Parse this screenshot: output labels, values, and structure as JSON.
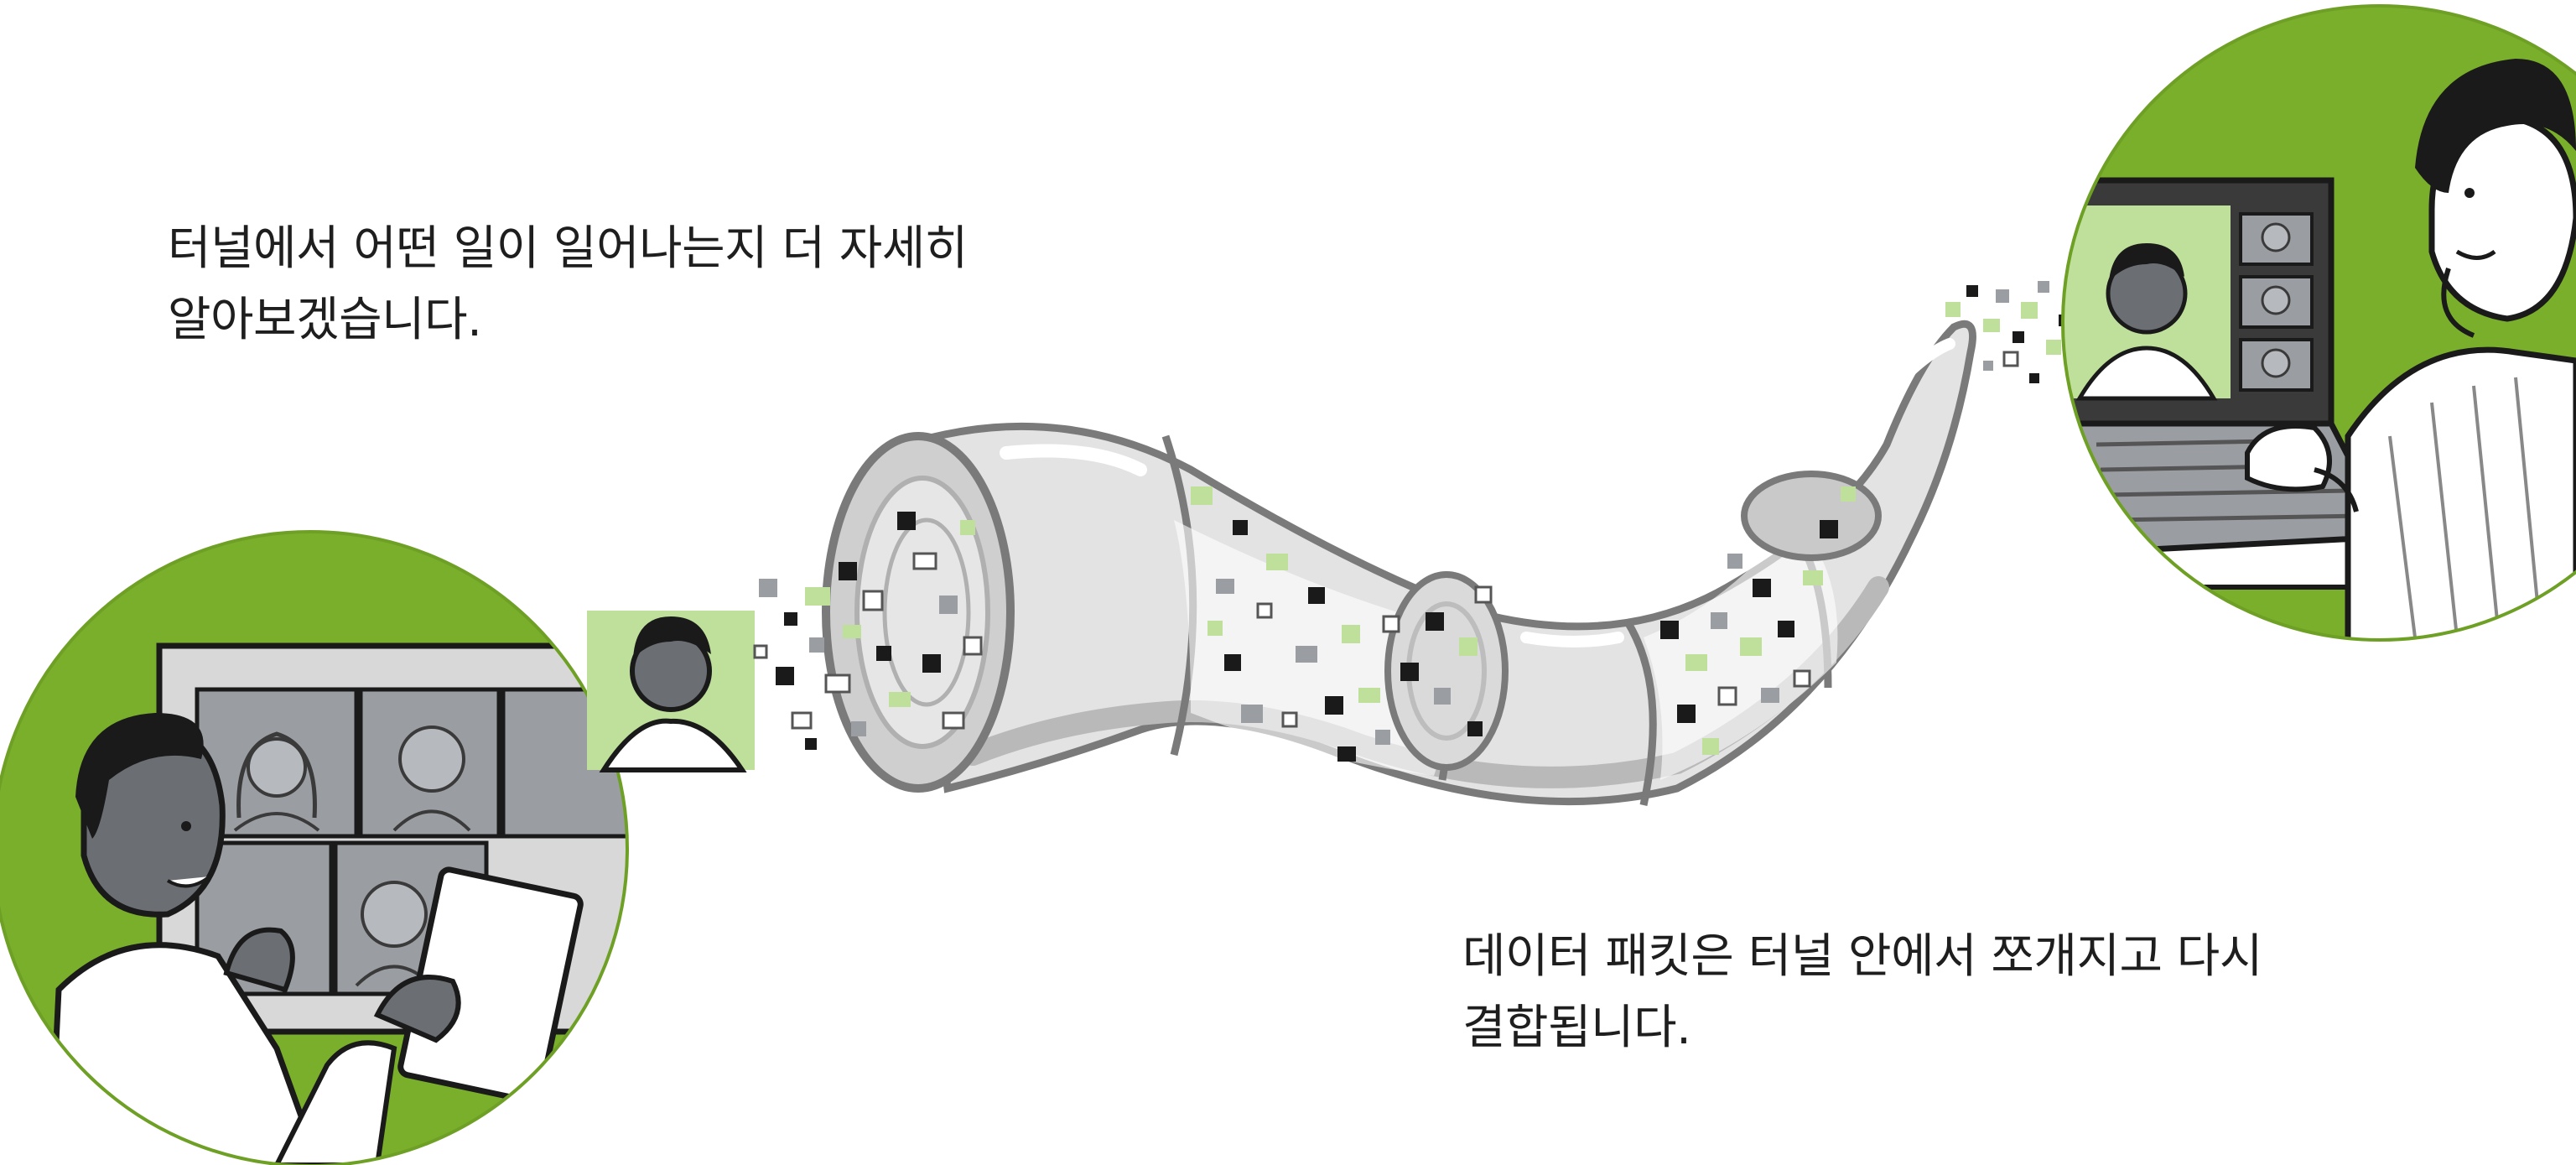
{
  "captions": {
    "top": {
      "line1": "터널에서 어떤 일이 일어나는지 더 자세히",
      "line2": "알아보겠습니다."
    },
    "bottom": {
      "line1": "데이터 패킷은 터널 안에서 쪼개지고 다시",
      "line2": "결합됩니다."
    }
  },
  "colors": {
    "accent_green": "#7aaf2b",
    "light_green": "#bfe09a",
    "tunnel_grey": "#dcdcdc",
    "outline": "#1a1a1a",
    "screen_grey": "#9a9ea3"
  }
}
